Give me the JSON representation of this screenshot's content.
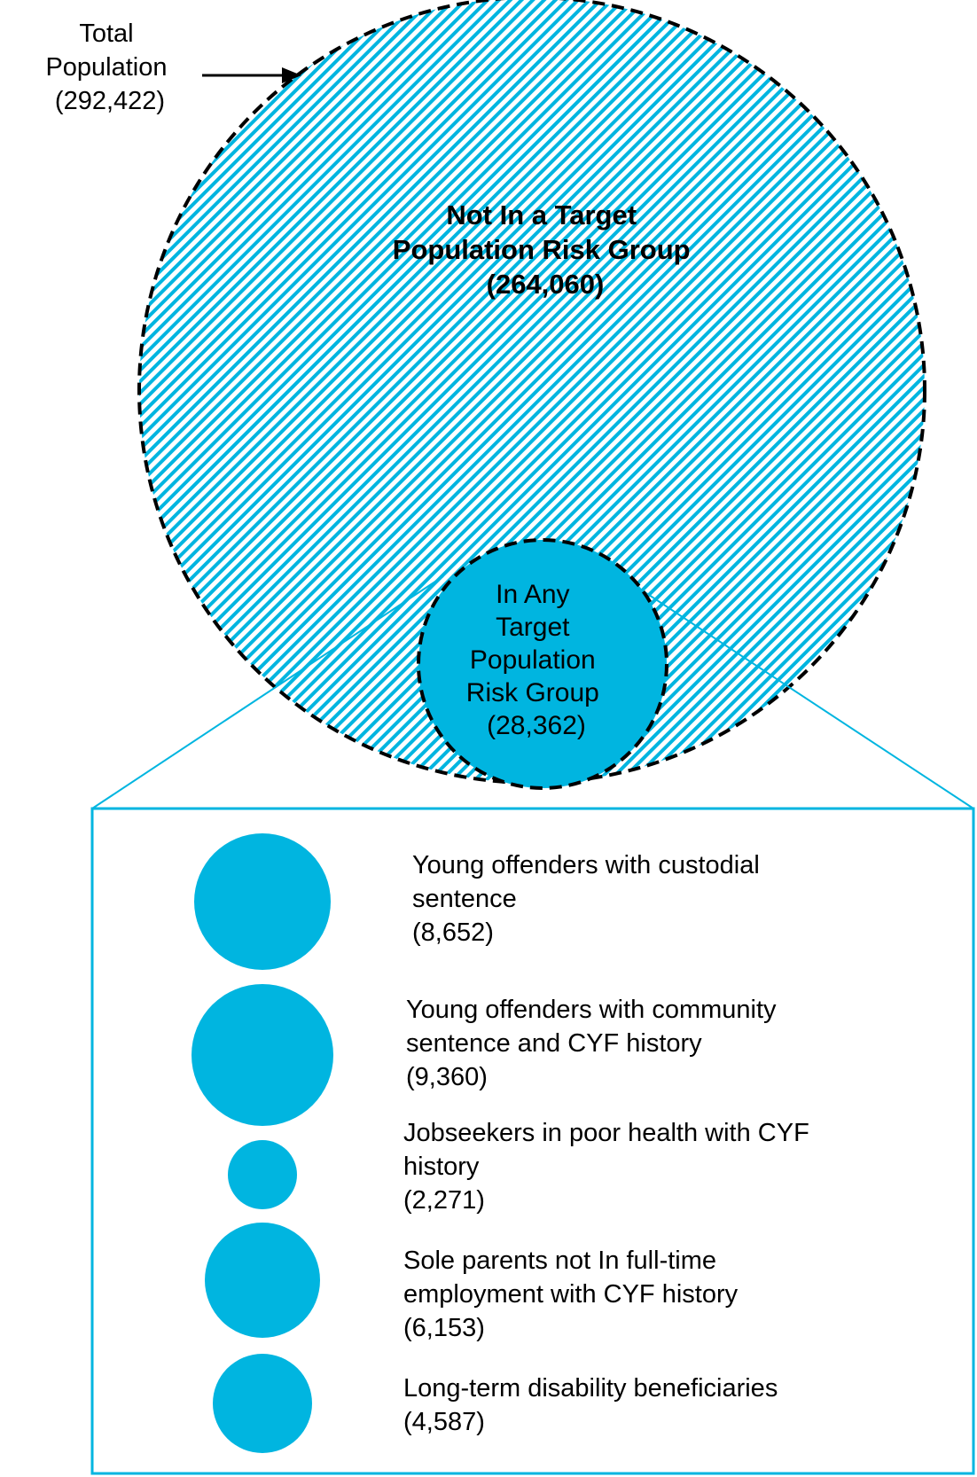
{
  "total": {
    "label_lines": [
      "Total",
      "Population"
    ],
    "count": "(292,422)"
  },
  "not_in_group": {
    "label_lines": [
      "Not In a Target",
      "Population Risk Group"
    ],
    "count": "(264,060)"
  },
  "in_group": {
    "label_lines": [
      "In Any",
      "Target",
      "Population",
      "Risk Group"
    ],
    "count": "(28,362)"
  },
  "breakdown": [
    {
      "label_lines": [
        "Young offenders with custodial",
        "sentence"
      ],
      "count": "(8,652)",
      "value": 8652
    },
    {
      "label_lines": [
        "Young offenders with community",
        "sentence and CYF history"
      ],
      "count": "(9,360)",
      "value": 9360
    },
    {
      "label_lines": [
        "Jobseekers in poor health with CYF",
        "history"
      ],
      "count": "(2,271)",
      "value": 2271
    },
    {
      "label_lines": [
        "Sole parents not In full-time",
        "employment with CYF history"
      ],
      "count": "(6,153)",
      "value": 6153
    },
    {
      "label_lines": [
        "Long-term disability beneficiaries"
      ],
      "count": "(4,587)",
      "value": 4587
    }
  ],
  "colors": {
    "accent": "#00b5e0",
    "hatch": "#00b5e0",
    "outline": "#000000"
  }
}
